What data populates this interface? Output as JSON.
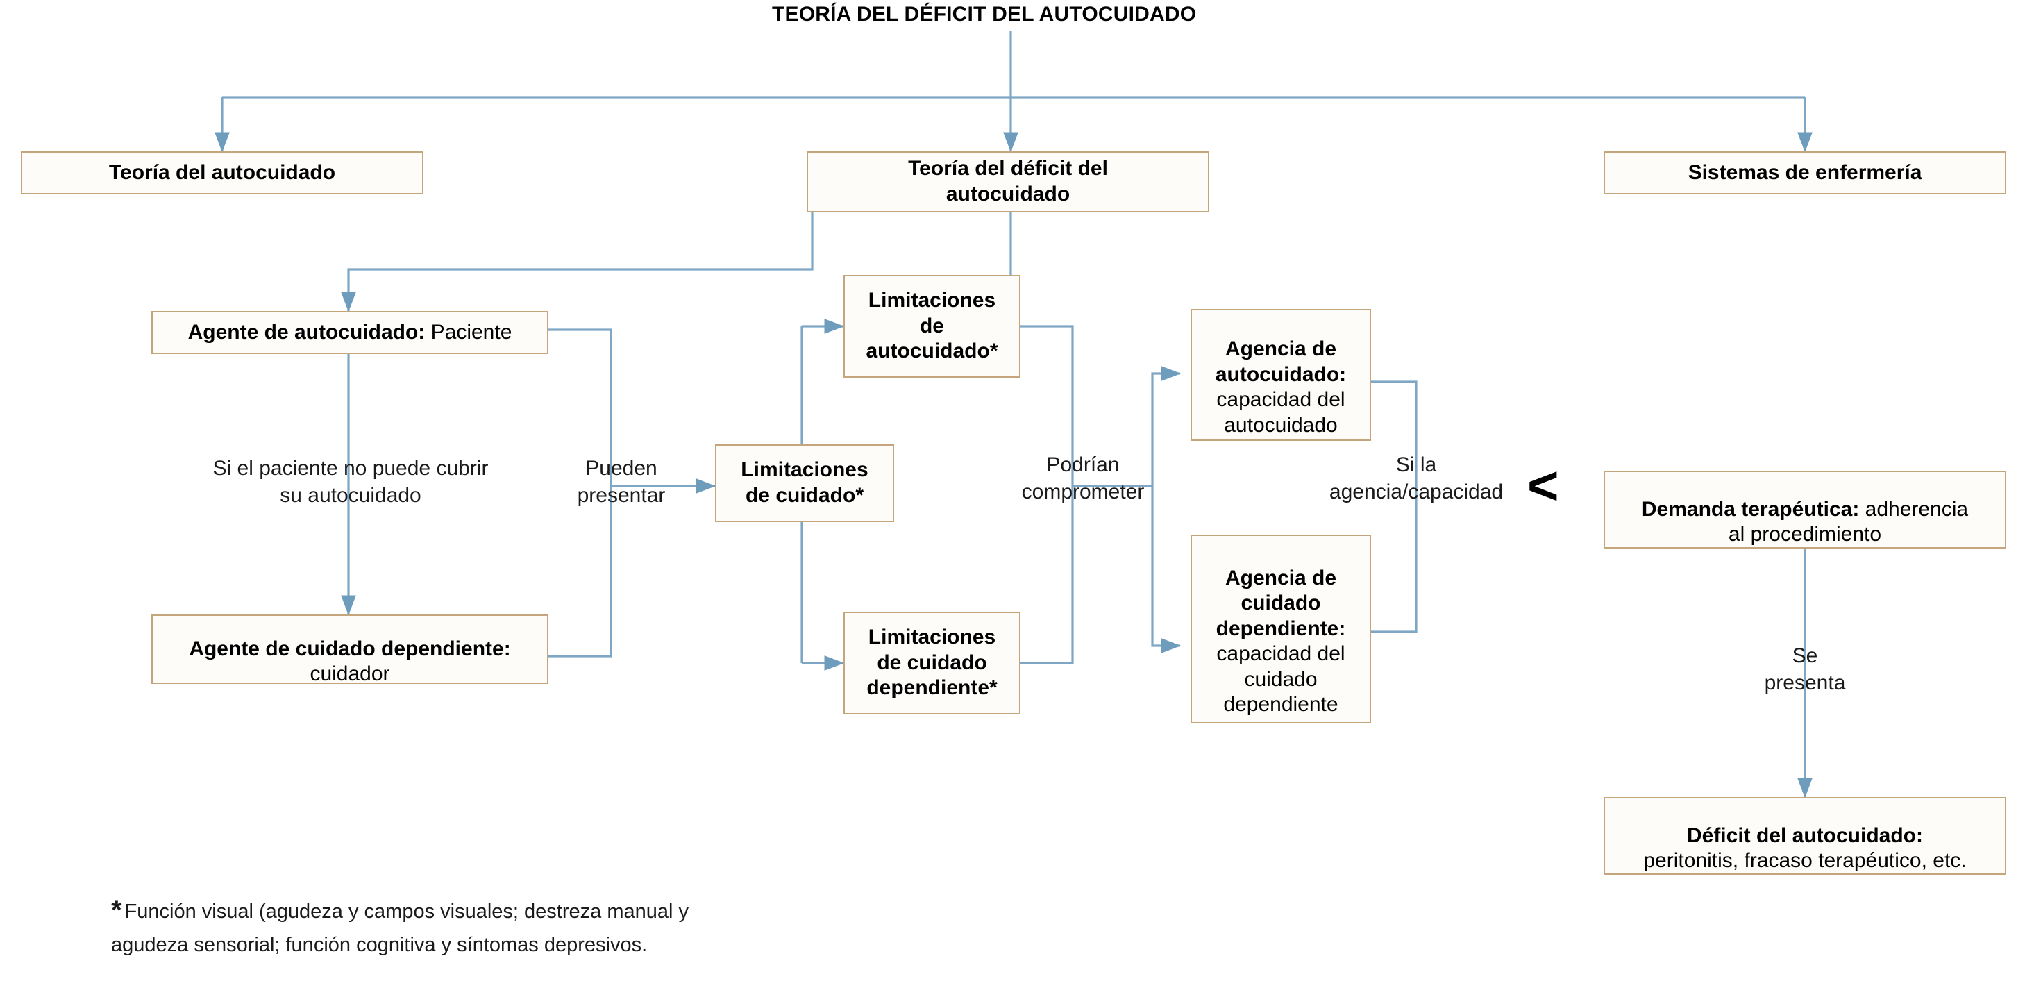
{
  "diagram": {
    "title": "TEORÍA DEL DÉFICIT DEL AUTOCUIDADO",
    "colors": {
      "box_border": "#c5a67c",
      "box_fill": "#fdfcf9",
      "connector": "#7da7c4",
      "text": "#000000"
    },
    "nodes": [
      {
        "id": "teoria-autocuidado",
        "bold": "Teoría del autocuidado",
        "normal": ""
      },
      {
        "id": "teoria-deficit-autocuidado",
        "bold": "Teoría del déficit del\nautocuidado",
        "normal": ""
      },
      {
        "id": "sistemas-enfermeria",
        "bold": "Sistemas de enfermería",
        "normal": ""
      },
      {
        "id": "agente-autocuidado",
        "bold": "Agente de autocuidado:",
        "normal": " Paciente"
      },
      {
        "id": "agente-cuidado-dependiente",
        "bold": "Agente de cuidado dependiente:",
        "normal": "\ncuidador"
      },
      {
        "id": "limitaciones-autocuidado",
        "bold": "Limitaciones\nde\nautocuidado*",
        "normal": ""
      },
      {
        "id": "limitaciones-cuidado",
        "bold": "Limitaciones\nde cuidado*",
        "normal": ""
      },
      {
        "id": "limitaciones-cuidado-dependiente",
        "bold": "Limitaciones\nde cuidado\ndependiente*",
        "normal": ""
      },
      {
        "id": "agencia-autocuidado",
        "bold": "Agencia de\nautocuidado:",
        "normal": "\ncapacidad del\nautocuidado"
      },
      {
        "id": "agencia-cuidado-dependiente",
        "bold": "Agencia de\ncuidado\ndependiente:",
        "normal": "\ncapacidad del\ncuidado\ndependiente"
      },
      {
        "id": "demanda-terapeutica",
        "bold": "Demanda terapéutica:",
        "normal": " adherencia\nal procedimiento"
      },
      {
        "id": "deficit-autocuidado",
        "bold": "Déficit del autocuidado:",
        "normal": "\nperitonitis, fracaso terapéutico, etc."
      }
    ],
    "edge_labels": [
      {
        "id": "si-el-paciente",
        "text": "Si el paciente no puede cubrir\nsu autocuidado"
      },
      {
        "id": "pueden-presentar",
        "text": "Pueden\npresentar"
      },
      {
        "id": "podrian-comprometer",
        "text": "Podrían\ncomprometer"
      },
      {
        "id": "si-la-agencia",
        "text": "Si la\nagencia/capacidad"
      },
      {
        "id": "se-presenta",
        "text": "Se\npresenta"
      }
    ],
    "comparison_symbol": "<",
    "footnote": {
      "star": "*",
      "line1": "Función visual (agudeza y campos visuales; destreza manual y",
      "line2": "agudeza sensorial; función cognitiva y síntomas depresivos."
    }
  }
}
